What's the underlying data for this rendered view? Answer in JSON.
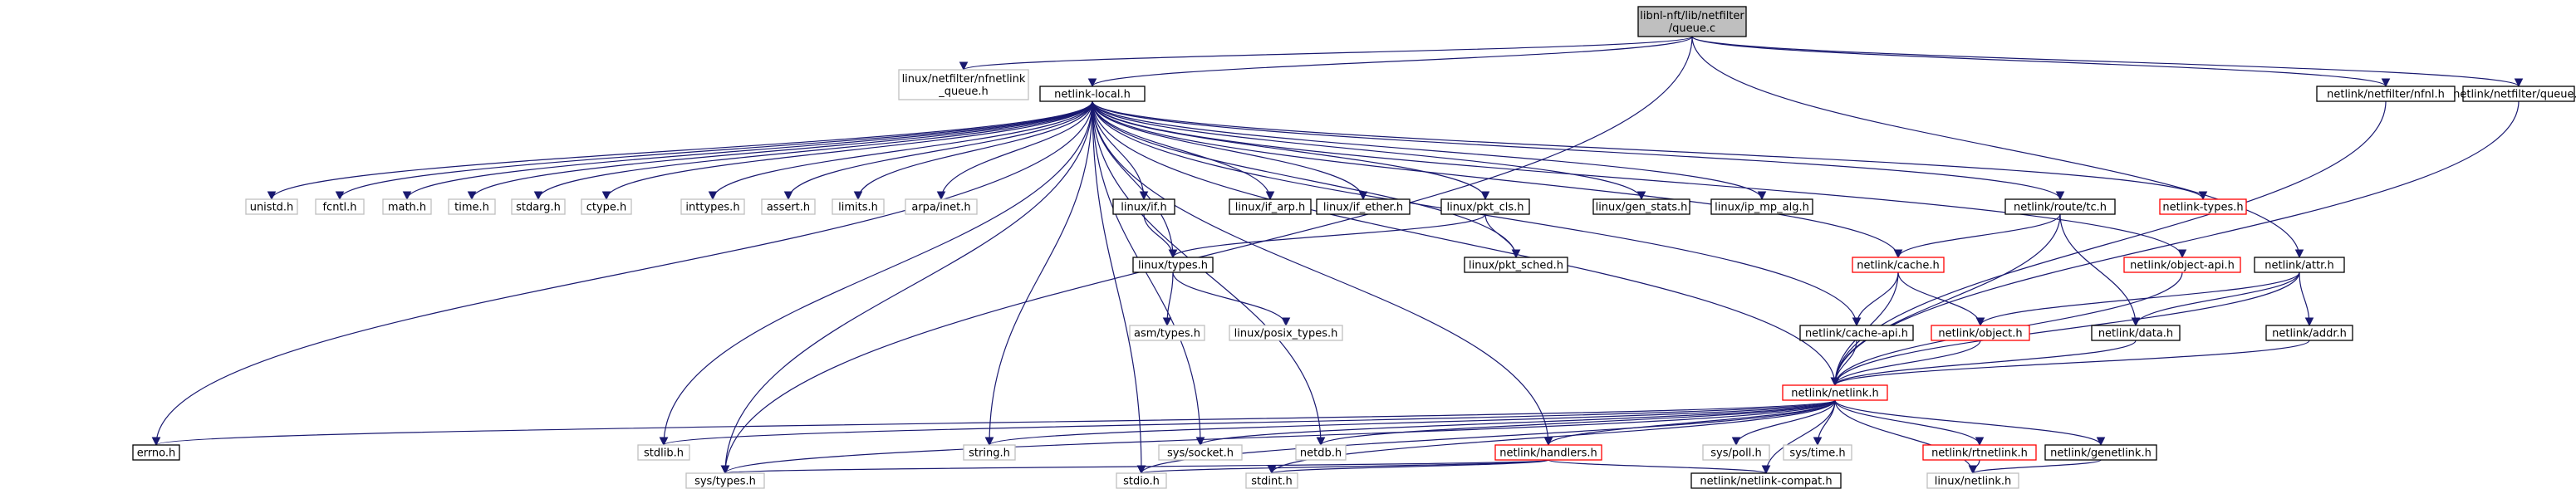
{
  "colors": {
    "edge": "#191970",
    "focus_fill": "#bfbfbf",
    "normal_border": "#000000",
    "missing_border": "#bfbfbf",
    "truncated_border": "#ff0000"
  },
  "nodes": [
    {
      "id": "queue_c",
      "lines": [
        "libnl-nft/lib/netfilter",
        "/queue.c"
      ],
      "kind": "focus"
    },
    {
      "id": "nfnetlink_queue",
      "lines": [
        "linux/netfilter/nfnetlink",
        "_queue.h"
      ],
      "kind": "missing"
    },
    {
      "id": "netlink_local",
      "lines": [
        "netlink-local.h"
      ],
      "kind": "normal"
    },
    {
      "id": "nfnl_h",
      "lines": [
        "netlink/netfilter/nfnl.h"
      ],
      "kind": "normal"
    },
    {
      "id": "queue_h",
      "lines": [
        "netlink/netfilter/queue.h"
      ],
      "kind": "normal"
    },
    {
      "id": "unistd",
      "lines": [
        "unistd.h"
      ],
      "kind": "missing"
    },
    {
      "id": "fcntl",
      "lines": [
        "fcntl.h"
      ],
      "kind": "missing"
    },
    {
      "id": "math",
      "lines": [
        "math.h"
      ],
      "kind": "missing"
    },
    {
      "id": "time",
      "lines": [
        "time.h"
      ],
      "kind": "missing"
    },
    {
      "id": "stdarg",
      "lines": [
        "stdarg.h"
      ],
      "kind": "missing"
    },
    {
      "id": "ctype",
      "lines": [
        "ctype.h"
      ],
      "kind": "missing"
    },
    {
      "id": "inttypes",
      "lines": [
        "inttypes.h"
      ],
      "kind": "missing"
    },
    {
      "id": "assert",
      "lines": [
        "assert.h"
      ],
      "kind": "missing"
    },
    {
      "id": "limits",
      "lines": [
        "limits.h"
      ],
      "kind": "missing"
    },
    {
      "id": "arpa_inet",
      "lines": [
        "arpa/inet.h"
      ],
      "kind": "missing"
    },
    {
      "id": "linux_if",
      "lines": [
        "linux/if.h"
      ],
      "kind": "normal"
    },
    {
      "id": "if_arp",
      "lines": [
        "linux/if_arp.h"
      ],
      "kind": "normal"
    },
    {
      "id": "if_ether",
      "lines": [
        "linux/if_ether.h"
      ],
      "kind": "normal"
    },
    {
      "id": "pkt_cls",
      "lines": [
        "linux/pkt_cls.h"
      ],
      "kind": "normal"
    },
    {
      "id": "gen_stats",
      "lines": [
        "linux/gen_stats.h"
      ],
      "kind": "normal"
    },
    {
      "id": "ip_mp_alg",
      "lines": [
        "linux/ip_mp_alg.h"
      ],
      "kind": "normal"
    },
    {
      "id": "route_tc",
      "lines": [
        "netlink/route/tc.h"
      ],
      "kind": "normal"
    },
    {
      "id": "netlink_types",
      "lines": [
        "netlink-types.h"
      ],
      "kind": "truncated"
    },
    {
      "id": "linux_types",
      "lines": [
        "linux/types.h"
      ],
      "kind": "normal"
    },
    {
      "id": "pkt_sched",
      "lines": [
        "linux/pkt_sched.h"
      ],
      "kind": "normal"
    },
    {
      "id": "cache_h",
      "lines": [
        "netlink/cache.h"
      ],
      "kind": "truncated"
    },
    {
      "id": "object_api",
      "lines": [
        "netlink/object-api.h"
      ],
      "kind": "truncated"
    },
    {
      "id": "attr_h",
      "lines": [
        "netlink/attr.h"
      ],
      "kind": "normal"
    },
    {
      "id": "asm_types",
      "lines": [
        "asm/types.h"
      ],
      "kind": "missing"
    },
    {
      "id": "posix_types",
      "lines": [
        "linux/posix_types.h"
      ],
      "kind": "missing"
    },
    {
      "id": "cache_api",
      "lines": [
        "netlink/cache-api.h"
      ],
      "kind": "normal"
    },
    {
      "id": "object_h",
      "lines": [
        "netlink/object.h"
      ],
      "kind": "truncated"
    },
    {
      "id": "data_h",
      "lines": [
        "netlink/data.h"
      ],
      "kind": "normal"
    },
    {
      "id": "addr_h",
      "lines": [
        "netlink/addr.h"
      ],
      "kind": "normal"
    },
    {
      "id": "netlink_h",
      "lines": [
        "netlink/netlink.h"
      ],
      "kind": "truncated"
    },
    {
      "id": "errno",
      "lines": [
        "errno.h"
      ],
      "kind": "normal"
    },
    {
      "id": "stdlib",
      "lines": [
        "stdlib.h"
      ],
      "kind": "missing"
    },
    {
      "id": "string",
      "lines": [
        "string.h"
      ],
      "kind": "missing"
    },
    {
      "id": "sys_socket",
      "lines": [
        "sys/socket.h"
      ],
      "kind": "missing"
    },
    {
      "id": "netdb",
      "lines": [
        "netdb.h"
      ],
      "kind": "missing"
    },
    {
      "id": "handlers",
      "lines": [
        "netlink/handlers.h"
      ],
      "kind": "truncated"
    },
    {
      "id": "sys_poll",
      "lines": [
        "sys/poll.h"
      ],
      "kind": "missing"
    },
    {
      "id": "sys_time",
      "lines": [
        "sys/time.h"
      ],
      "kind": "missing"
    },
    {
      "id": "rtnetlink",
      "lines": [
        "netlink/rtnetlink.h"
      ],
      "kind": "truncated"
    },
    {
      "id": "genetlink",
      "lines": [
        "netlink/genetlink.h"
      ],
      "kind": "normal"
    },
    {
      "id": "sys_types",
      "lines": [
        "sys/types.h"
      ],
      "kind": "missing"
    },
    {
      "id": "stdio",
      "lines": [
        "stdio.h"
      ],
      "kind": "missing"
    },
    {
      "id": "stdint",
      "lines": [
        "stdint.h"
      ],
      "kind": "missing"
    },
    {
      "id": "netlink_compat",
      "lines": [
        "netlink/netlink-compat.h"
      ],
      "kind": "normal"
    },
    {
      "id": "linux_netlink",
      "lines": [
        "linux/netlink.h"
      ],
      "kind": "missing"
    }
  ],
  "edges": [
    [
      "queue_c",
      "sys_types"
    ],
    [
      "queue_c",
      "nfnetlink_queue"
    ],
    [
      "queue_c",
      "netlink_local"
    ],
    [
      "queue_c",
      "nfnl_h"
    ],
    [
      "queue_c",
      "queue_h"
    ],
    [
      "queue_c",
      "attr_h"
    ],
    [
      "netlink_local",
      "unistd"
    ],
    [
      "netlink_local",
      "fcntl"
    ],
    [
      "netlink_local",
      "math"
    ],
    [
      "netlink_local",
      "time"
    ],
    [
      "netlink_local",
      "stdarg"
    ],
    [
      "netlink_local",
      "ctype"
    ],
    [
      "netlink_local",
      "inttypes"
    ],
    [
      "netlink_local",
      "assert"
    ],
    [
      "netlink_local",
      "limits"
    ],
    [
      "netlink_local",
      "arpa_inet"
    ],
    [
      "netlink_local",
      "linux_if"
    ],
    [
      "netlink_local",
      "if_arp"
    ],
    [
      "netlink_local",
      "if_ether"
    ],
    [
      "netlink_local",
      "pkt_cls"
    ],
    [
      "netlink_local",
      "gen_stats"
    ],
    [
      "netlink_local",
      "ip_mp_alg"
    ],
    [
      "netlink_local",
      "route_tc"
    ],
    [
      "netlink_local",
      "netlink_types"
    ],
    [
      "netlink_local",
      "linux_types"
    ],
    [
      "netlink_local",
      "pkt_sched"
    ],
    [
      "netlink_local",
      "cache_h"
    ],
    [
      "netlink_local",
      "object_api"
    ],
    [
      "netlink_local",
      "cache_api"
    ],
    [
      "netlink_local",
      "netlink_h"
    ],
    [
      "netlink_local",
      "handlers"
    ],
    [
      "netlink_local",
      "errno"
    ],
    [
      "netlink_local",
      "stdlib"
    ],
    [
      "netlink_local",
      "string"
    ],
    [
      "netlink_local",
      "sys_socket"
    ],
    [
      "netlink_local",
      "netdb"
    ],
    [
      "netlink_local",
      "sys_types"
    ],
    [
      "netlink_local",
      "stdio"
    ],
    [
      "linux_if",
      "linux_types"
    ],
    [
      "pkt_cls",
      "linux_types"
    ],
    [
      "pkt_cls",
      "pkt_sched"
    ],
    [
      "linux_types",
      "asm_types"
    ],
    [
      "linux_types",
      "posix_types"
    ],
    [
      "route_tc",
      "cache_h"
    ],
    [
      "route_tc",
      "data_h"
    ],
    [
      "route_tc",
      "netlink_h"
    ],
    [
      "cache_h",
      "cache_api"
    ],
    [
      "cache_h",
      "object_h"
    ],
    [
      "cache_h",
      "netlink_h"
    ],
    [
      "object_api",
      "netlink_h"
    ],
    [
      "attr_h",
      "object_h"
    ],
    [
      "attr_h",
      "data_h"
    ],
    [
      "attr_h",
      "addr_h"
    ],
    [
      "attr_h",
      "netlink_h"
    ],
    [
      "cache_api",
      "netlink_h"
    ],
    [
      "object_h",
      "netlink_h"
    ],
    [
      "data_h",
      "netlink_h"
    ],
    [
      "addr_h",
      "netlink_h"
    ],
    [
      "nfnl_h",
      "netlink_h"
    ],
    [
      "queue_h",
      "netlink_h"
    ],
    [
      "netlink_h",
      "errno"
    ],
    [
      "netlink_h",
      "stdlib"
    ],
    [
      "netlink_h",
      "string"
    ],
    [
      "netlink_h",
      "sys_socket"
    ],
    [
      "netlink_h",
      "netdb"
    ],
    [
      "netlink_h",
      "handlers"
    ],
    [
      "netlink_h",
      "sys_poll"
    ],
    [
      "netlink_h",
      "sys_time"
    ],
    [
      "netlink_h",
      "rtnetlink"
    ],
    [
      "netlink_h",
      "genetlink"
    ],
    [
      "netlink_h",
      "stdio"
    ],
    [
      "netlink_h",
      "stdint"
    ],
    [
      "netlink_h",
      "netlink_compat"
    ],
    [
      "netlink_h",
      "linux_netlink"
    ],
    [
      "netlink_h",
      "sys_types"
    ],
    [
      "handlers",
      "sys_types"
    ],
    [
      "handlers",
      "stdio"
    ],
    [
      "handlers",
      "stdint"
    ],
    [
      "handlers",
      "netlink_compat"
    ],
    [
      "rtnetlink",
      "linux_netlink"
    ],
    [
      "genetlink",
      "linux_netlink"
    ]
  ]
}
